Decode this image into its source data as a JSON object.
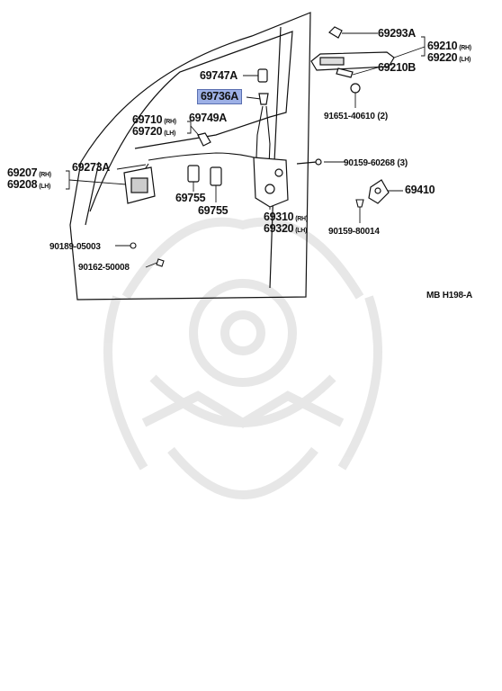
{
  "diagram_code": "MB H198-A",
  "highlight_color": "#9db0e6",
  "watermark_icon": "samurai-helmet-watermark",
  "labels": {
    "p69293A": "69293A",
    "p69210": "69210",
    "p69210_side": "(RH)",
    "p69220": "69220",
    "p69220_side": "(LH)",
    "p69210B": "69210B",
    "p91651": "91651-40610 (2)",
    "p69747A": "69747A",
    "p69736A": "69736A",
    "p69710": "69710",
    "p69710_side": "(RH)",
    "p69720": "69720",
    "p69720_side": "(LH)",
    "p69749A": "69749A",
    "p90159_60268": "90159-60268 (3)",
    "p69207": "69207",
    "p69207_side": "(RH)",
    "p69208": "69208",
    "p69208_side": "(LH)",
    "p69273A": "69273A",
    "p69410": "69410",
    "p69755a": "69755",
    "p69755b": "69755",
    "p69310": "69310",
    "p69310_side": "(RH)",
    "p69320": "69320",
    "p69320_side": "(LH)",
    "p90159_80014": "90159-80014",
    "p90189_05003": "90189-05003",
    "p90162_50008": "90162-50008"
  }
}
